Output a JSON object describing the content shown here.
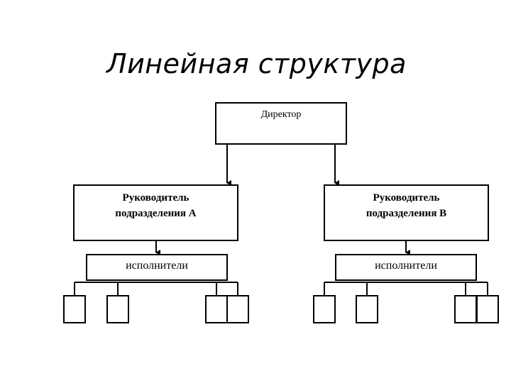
{
  "title": "Линейная структура",
  "nodes": {
    "director": "Директор",
    "head_a_line1": "Руководитель",
    "head_a_line2": "подразделения А",
    "head_b_line1": "Руководитель",
    "head_b_line2": "подразделения В",
    "executors_a": "исполнители",
    "executors_b": "исполнители"
  }
}
